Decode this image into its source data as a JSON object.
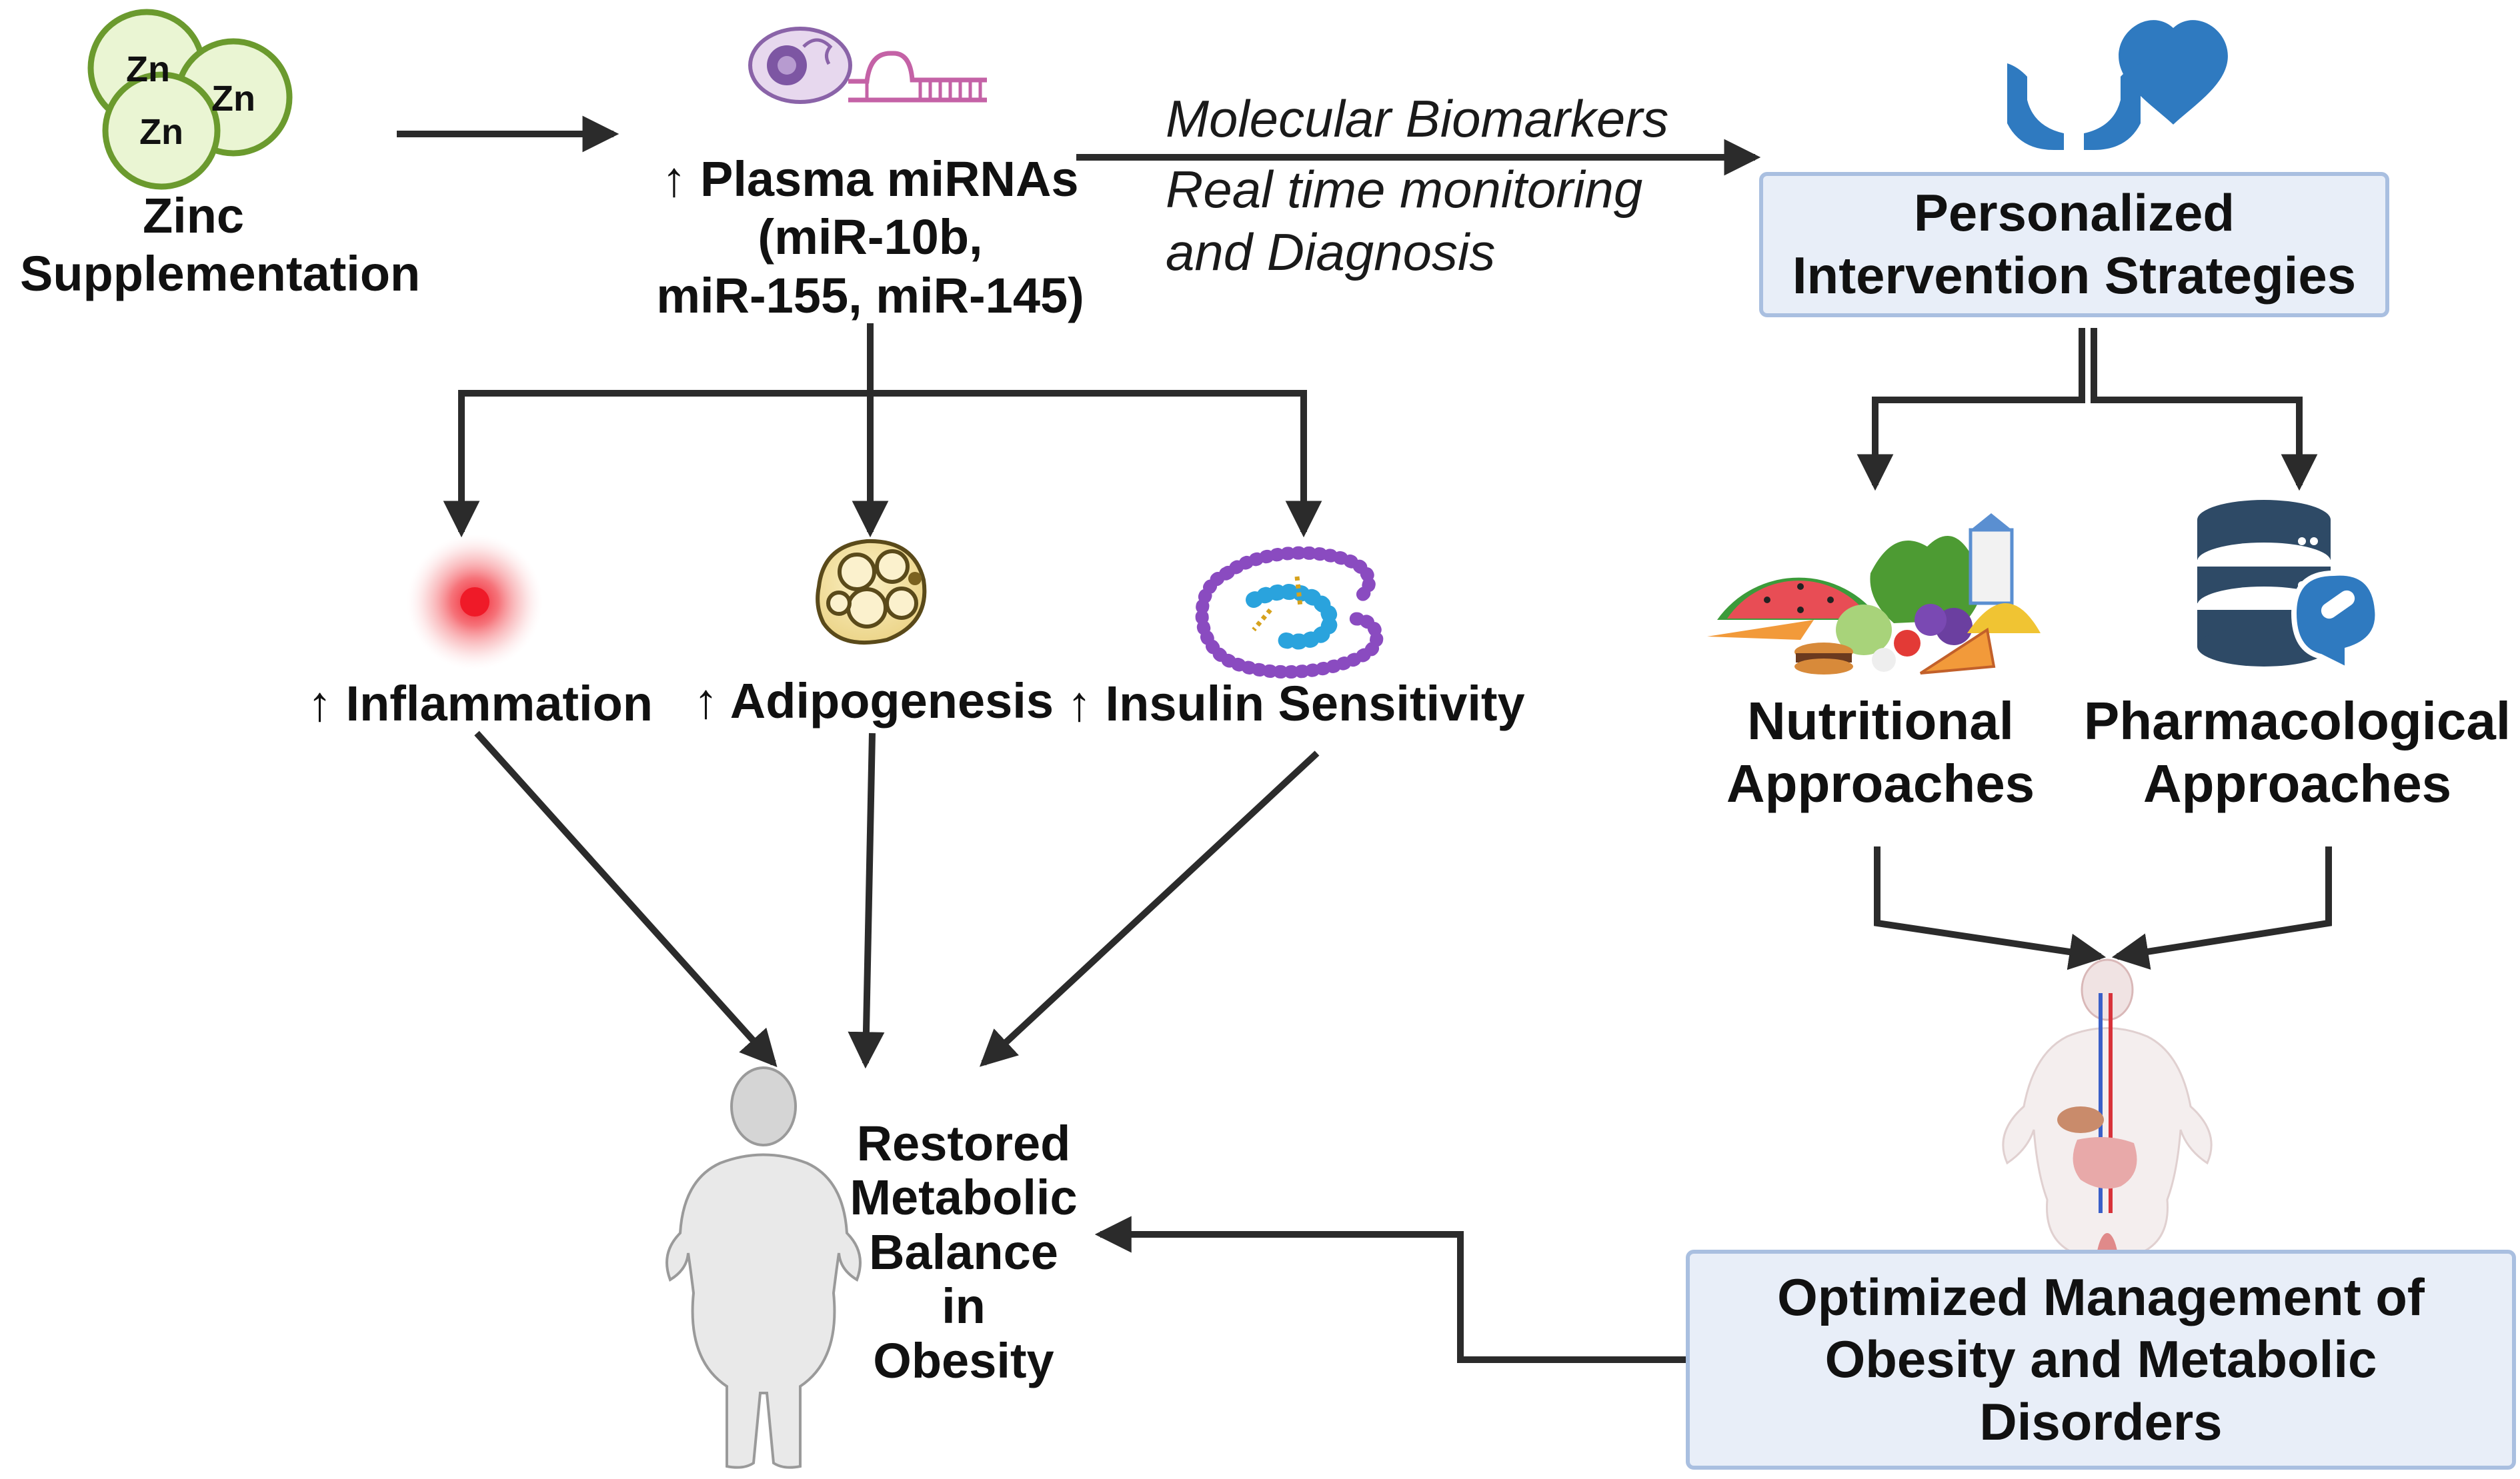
{
  "zinc": {
    "coin_symbol": "Zn",
    "label_line1": "Zinc",
    "label_line2": "Supplementation"
  },
  "mirna": {
    "line1": "↑ Plasma miRNAs",
    "line2": "(miR-10b,",
    "line3": "miR-155, miR-145)"
  },
  "biomarkers": {
    "line1": "Molecular Biomarkers",
    "line2": "Real time monitoring",
    "line3": "and Diagnosis"
  },
  "personalized_box": {
    "text": "Personalized\nIntervention Strategies"
  },
  "effects": {
    "inflammation": "↑ Inflammation",
    "adipogenesis": "↑ Adipogenesis",
    "insulin": "↑ Insulin Sensitivity"
  },
  "approaches": {
    "nutritional_line1": "Nutritional",
    "nutritional_line2": "Approaches",
    "pharma_line1": "Pharmacological",
    "pharma_line2": "Approaches"
  },
  "restored": {
    "line1": "Restored",
    "line2": "Metabolic",
    "line3": "Balance",
    "line4": "in",
    "line5": "Obesity"
  },
  "optimized_box": {
    "text": "Optimized Management of\nObesity and Metabolic\nDisorders"
  },
  "colors": {
    "arrow": "#2b2b2b",
    "box_fill": "#e8eef8",
    "box_border": "#a9bfe0",
    "zinc_fill": "#eaf5d3",
    "zinc_border": "#6b9a2e",
    "inflammation": "#f0343c",
    "care_icon": "#2f7ac0",
    "database_icon": "#2e4a66"
  }
}
